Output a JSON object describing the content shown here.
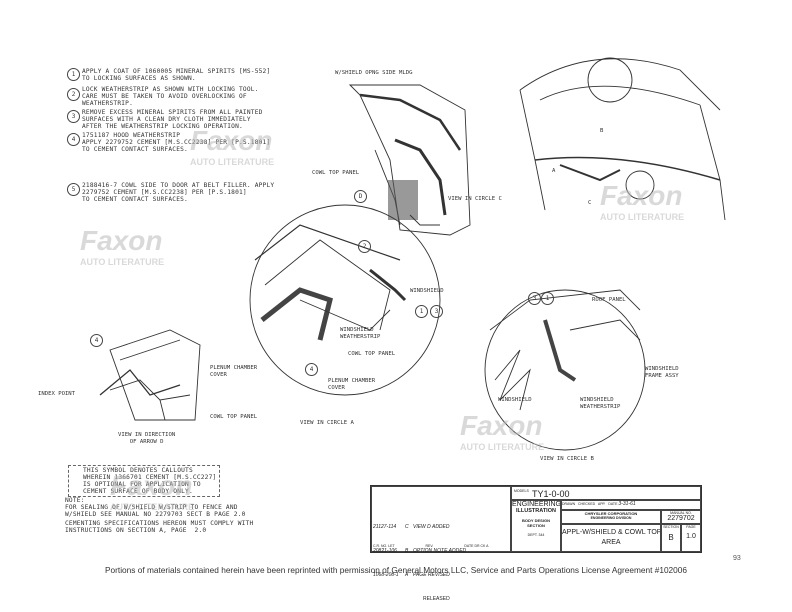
{
  "notes": [
    {
      "n": "1",
      "text": "APPLY A COAT OF 1060005 MINERAL SPIRITS [MS-552]\nTO LOCKING SURFACES AS SHOWN."
    },
    {
      "n": "2",
      "text": "LOCK WEATHERSTRIP AS SHOWN WITH LOCKING TOOL.\nCARE MUST BE TAKEN TO AVOID OVERLOCKING OF\nWEATHERSTRIP."
    },
    {
      "n": "3",
      "text": "REMOVE EXCESS MINERAL SPIRITS FROM ALL PAINTED\nSURFACES WITH A CLEAN DRY CLOTH IMMEDIATELY\nAFTER THE WEATHERSTRIP LOCKING OPERATION."
    },
    {
      "n": "4",
      "text": "1751187 HOOD WEATHERSTRIP\nAPPLY 2279752 CEMENT [M.S.CC2238] PER [P.S.1801]\nTO CEMENT CONTACT SURFACES."
    },
    {
      "n": "5",
      "text": "2188416-7 COWL SIDE TO DOOR AT BELT FILLER. APPLY\n2279752 CEMENT [M.S.CC2238] PER [P.S.1801]\nTO CEMENT CONTACT SURFACES."
    }
  ],
  "bottom_notes": {
    "symbol": "THIS SYMBOL DENOTES CALLOUTS\nWHEREIN 1366701 CEMENT [M.S.CC227]\nIS OPTIONAL FOR APPLICATION TO\nCEMENT SURFACE OF BODY ONLY.",
    "note": "NOTE:\nFOR SEALING OF W/SHIELD W/STRIP TO FENCE AND\nW/SHIELD SEE MANUAL NO 2279703 SECT B PAGE 2.0",
    "cementing": "CEMENTING SPECIFICATIONS HEREON MUST COMPLY WITH\nINSTRUCTIONS ON SECTION A, PAGE  2.0"
  },
  "labels": {
    "wshield_mldg": "W/SHIELD OPNG SIDE MLDG",
    "cowl_top_c": "COWL TOP PANEL",
    "view_c": "VIEW IN CIRCLE C",
    "a": "A",
    "b": "B",
    "c": "C",
    "d": "D",
    "windshield_a": "WINDSHIELD",
    "ws_weatherstrip_a": "WINDSHIELD\nWEATHERSTRIP",
    "cowl_top_a": "COWL TOP PANEL",
    "plenum_a": "PLENUM CHAMBER\nCOVER",
    "view_a": "VIEW IN CIRCLE A",
    "roof_panel": "ROOF PANEL",
    "ws_frame": "WINDSHIELD\nFRAME ASSY",
    "windshield_b": "WINDSHIELD",
    "ws_weatherstrip_b": "WINDSHIELD\nWEATHERSTRIP",
    "view_b": "VIEW IN CIRCLE B",
    "plenum_d": "PLENUM CHAMBER\nCOVER",
    "index_point": "INDEX POINT",
    "cowl_top_d": "COWL TOP PANEL",
    "view_d": "VIEW IN DIRECTION\nOF ARROW D"
  },
  "callouts": {
    "c1": "1",
    "c2": "2",
    "c3": "3",
    "c4": "4",
    "c5": "5"
  },
  "title_block": {
    "models_label": "MODELS",
    "models": "TY1-0-00",
    "engineering": "ENGINEERING",
    "illustration": "ILLUSTRATION",
    "body_design": "BODY DESIGN\nSECTION",
    "dept": "DEPT. 344",
    "corp": "CHRYSLER CORPORATION",
    "division": "ENGINEERING DIVISION",
    "drawn": "DRAWN",
    "checked": "CHECKED",
    "app": "APP.",
    "date_label": "DATE",
    "date": "3-31-61",
    "manual_label": "MANUAL NO.",
    "manual_no": "2279702",
    "title": "APPL-W/SHIELD & COWL TOP\nAREA",
    "section_label": "SECTION",
    "section": "B",
    "page_label": "PAGE",
    "page": "1.0",
    "revisions": [
      {
        "cr": "21127-114",
        "ltr": "C",
        "desc": "VIEW D ADDED"
      },
      {
        "cr": "20821-106",
        "ltr": "B",
        "desc": "OPTION NOTE ADDED"
      },
      {
        "cr": "1068-208-1",
        "ltr": "A",
        "desc": "PAGE REVISED"
      },
      {
        "cr": "",
        "ltr": "",
        "desc": "RELEASED"
      }
    ],
    "col_cr": "C.R. NO.",
    "col_ltr": "LET",
    "col_rev": "REV.",
    "col_date": "DATE",
    "col_dr": "DR",
    "col_ck": "CK",
    "col_a": "A"
  },
  "watermark": {
    "brand": "Faxon",
    "sub": "AUTO LITERATURE"
  },
  "page_number": "93",
  "footer": "Portions of materials contained herein have been reprinted with permission of General Motors LLC, Service and Parts Operations License Agreement #102006"
}
